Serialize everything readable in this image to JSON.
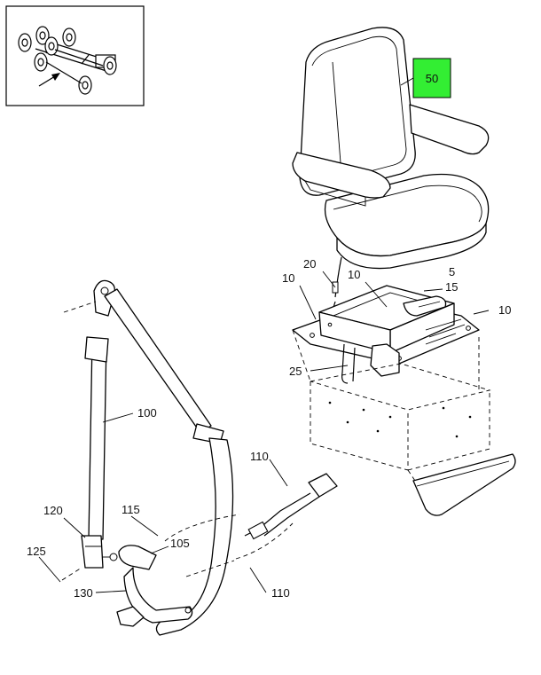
{
  "callouts": {
    "c50": "50",
    "c20": "20",
    "c10_a": "10",
    "c10_b": "10",
    "c10_c": "10",
    "c5": "5",
    "c15": "15",
    "c25": "25",
    "c100": "100",
    "c110_a": "110",
    "c110_b": "110",
    "c115": "115",
    "c120": "120",
    "c105": "105",
    "c125": "125",
    "c130": "130"
  },
  "colors": {
    "highlight": "#33ee33",
    "line": "#000000",
    "background": "#ffffff"
  }
}
